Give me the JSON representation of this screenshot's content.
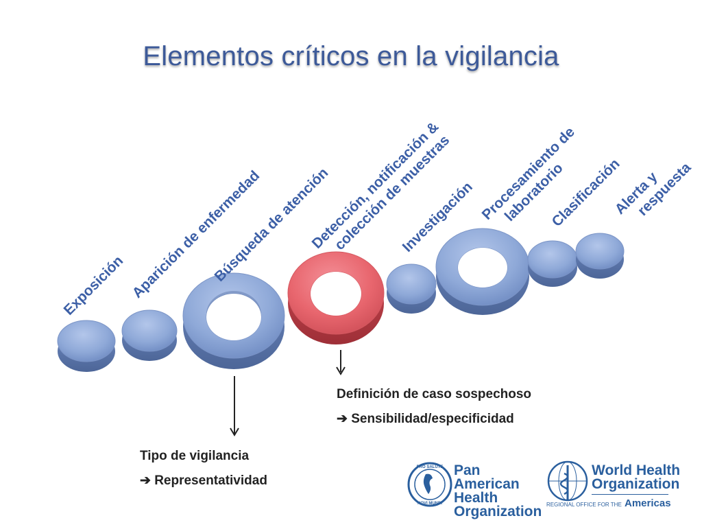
{
  "title": "Elementos críticos en la vigilancia",
  "stages": [
    {
      "id": "exposicion",
      "lines": [
        "Exposición"
      ]
    },
    {
      "id": "aparicion",
      "lines": [
        "Aparición de enfermedad"
      ]
    },
    {
      "id": "busqueda",
      "lines": [
        "Búsqueda de atención"
      ]
    },
    {
      "id": "deteccion",
      "lines": [
        "Detección, notificación &",
        "colección de muestras"
      ]
    },
    {
      "id": "investigacion",
      "lines": [
        "Investigación"
      ]
    },
    {
      "id": "procesamiento",
      "lines": [
        "Procesamiento de",
        "laboratorio"
      ]
    },
    {
      "id": "clasificacion",
      "lines": [
        "Clasificación"
      ]
    },
    {
      "id": "alerta",
      "lines": [
        "Alerta y",
        "respuesta"
      ]
    }
  ],
  "colors": {
    "blue": "#8fa9d8",
    "blue_dark": "#5a74a8",
    "red": "#e8666e",
    "red_dark": "#b23d45",
    "label": "#3c5fa6"
  },
  "notes": {
    "case_definition": {
      "line1": "Definición de caso sospechoso",
      "line2": "Sensibilidad/especificidad"
    },
    "surveillance_type": {
      "line1": "Tipo de vigilancia",
      "line2": "Representatividad"
    },
    "arrow_glyph": "➔"
  },
  "logos": {
    "paho": {
      "line1": "Pan American",
      "line2": "Health",
      "line3": "Organization",
      "seal_top": "PRO SALUTE",
      "seal_bottom": "NOVI MUNDI"
    },
    "who": {
      "line1": "World Health",
      "line2": "Organization",
      "sub": "REGIONAL OFFICE FOR THE",
      "sub2": "Americas"
    }
  }
}
